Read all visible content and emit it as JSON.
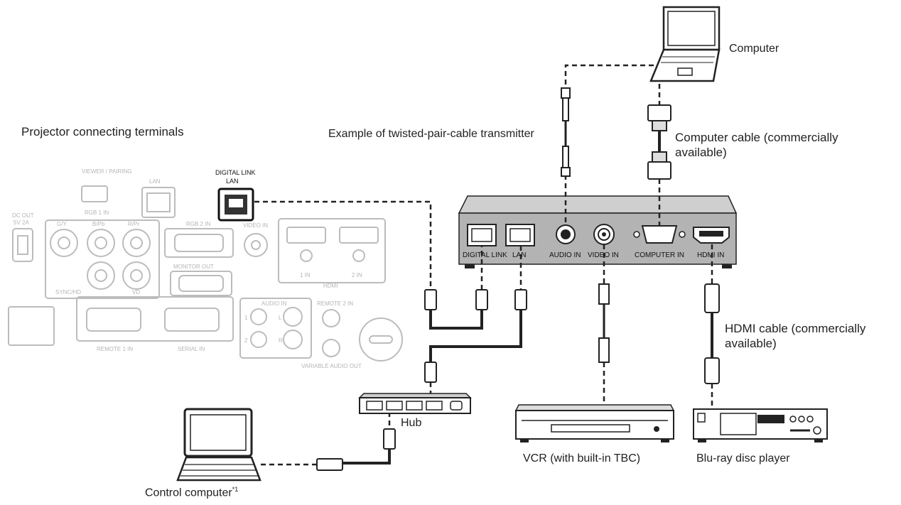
{
  "labels": {
    "projector_terminals": "Projector connecting terminals",
    "transmitter": "Example of twisted-pair-cable transmitter",
    "computer": "Computer",
    "computer_cable": "Computer cable (commercially available)",
    "hdmi_cable": "HDMI cable (commercially available)",
    "hub": "Hub",
    "vcr": "VCR (with built-in TBC)",
    "bluray": "Blu-ray disc player",
    "control_computer": "Control computer",
    "control_computer_note": "*1"
  },
  "projector_panel": {
    "viewer_pairing": "VIEWER / PAIRING",
    "lan": "LAN",
    "digital_link": "DIGITAL LINK",
    "digital_link_lan": "LAN",
    "rgb1_in": "RGB 1 IN",
    "dc_out": "DC OUT",
    "dc_out_rating": "5V 2A",
    "g_y": "G/Y",
    "b_pb": "B/Pb",
    "r_pr": "R/Pr",
    "rgb2_in": "RGB 2 IN",
    "video_in": "VIDEO IN",
    "sync_hd": "SYNC/HD",
    "vd": "VD",
    "monitor_out": "MONITOR OUT",
    "hdmi_1_in": "1 IN",
    "hdmi_2_in": "2 IN",
    "hdmi": "HDMI",
    "audio_in": "AUDIO IN",
    "audio_1": "1",
    "audio_2": "2",
    "audio_l": "L",
    "audio_r": "R",
    "remote2_in": "REMOTE 2 IN",
    "remote1_in": "REMOTE 1 IN",
    "serial_in": "SERIAL IN",
    "variable_audio_out": "VARIABLE AUDIO OUT"
  },
  "transmitter_ports": {
    "digital_link": "DIGITAL LINK",
    "lan": "LAN",
    "audio_in": "AUDIO IN",
    "video_in": "VIDEO IN",
    "computer_in": "COMPUTER IN",
    "hdmi_in": "HDMI IN"
  },
  "colors": {
    "cable": "#222222",
    "panel_faded": "#bcbcbc",
    "transmitter_top": "#cfcfcf",
    "transmitter_front": "#b3b3b3"
  }
}
